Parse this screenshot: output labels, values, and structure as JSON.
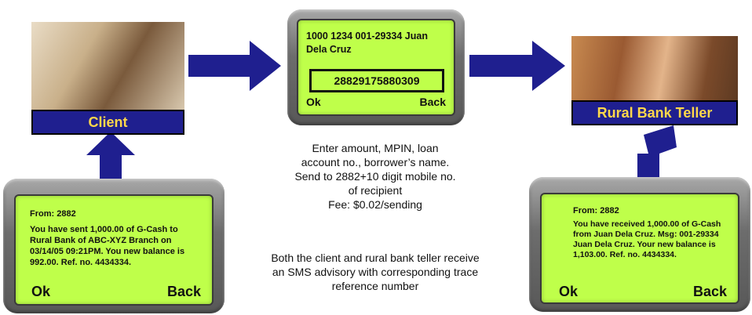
{
  "client": {
    "label": "Client"
  },
  "teller": {
    "label": "Rural Bank Teller"
  },
  "center_phone": {
    "message": "1000 1234 001-29334 Juan Dela Cruz",
    "code": "28829175880309",
    "ok": "Ok",
    "back": "Back"
  },
  "left_phone": {
    "from": "From: 2882",
    "message": "You have sent 1,000.00 of G-Cash to Rural Bank of ABC-XYZ Branch on 03/14/05 09:21PM. You new balance is 992.00. Ref. no. 4434334.",
    "ok": "Ok",
    "back": "Back"
  },
  "right_phone": {
    "from": "From: 2882",
    "message": "You have received 1,000.00 of G-Cash from Juan Dela Cruz. Msg: 001-29334 Juan Dela Cruz. Your new balance is 1,103.00. Ref. no. 4434334.",
    "ok": "Ok",
    "back": "Back"
  },
  "instructions": {
    "line1": "Enter amount, MPIN, loan",
    "line2": "account no., borrower’s name.",
    "line3": "Send to 2882+10 digit mobile no.",
    "line4": "of recipient",
    "line5": "Fee: $0.02/sending"
  },
  "advisory": {
    "line1": "Both the client and rural bank teller receive",
    "line2": "an SMS advisory with corresponding trace",
    "line3": "reference number"
  },
  "colors": {
    "arrow": "#1f1f8f",
    "screen": "#bfff4a",
    "label_bg": "#1f1f8f",
    "label_text": "#ffd84a"
  }
}
